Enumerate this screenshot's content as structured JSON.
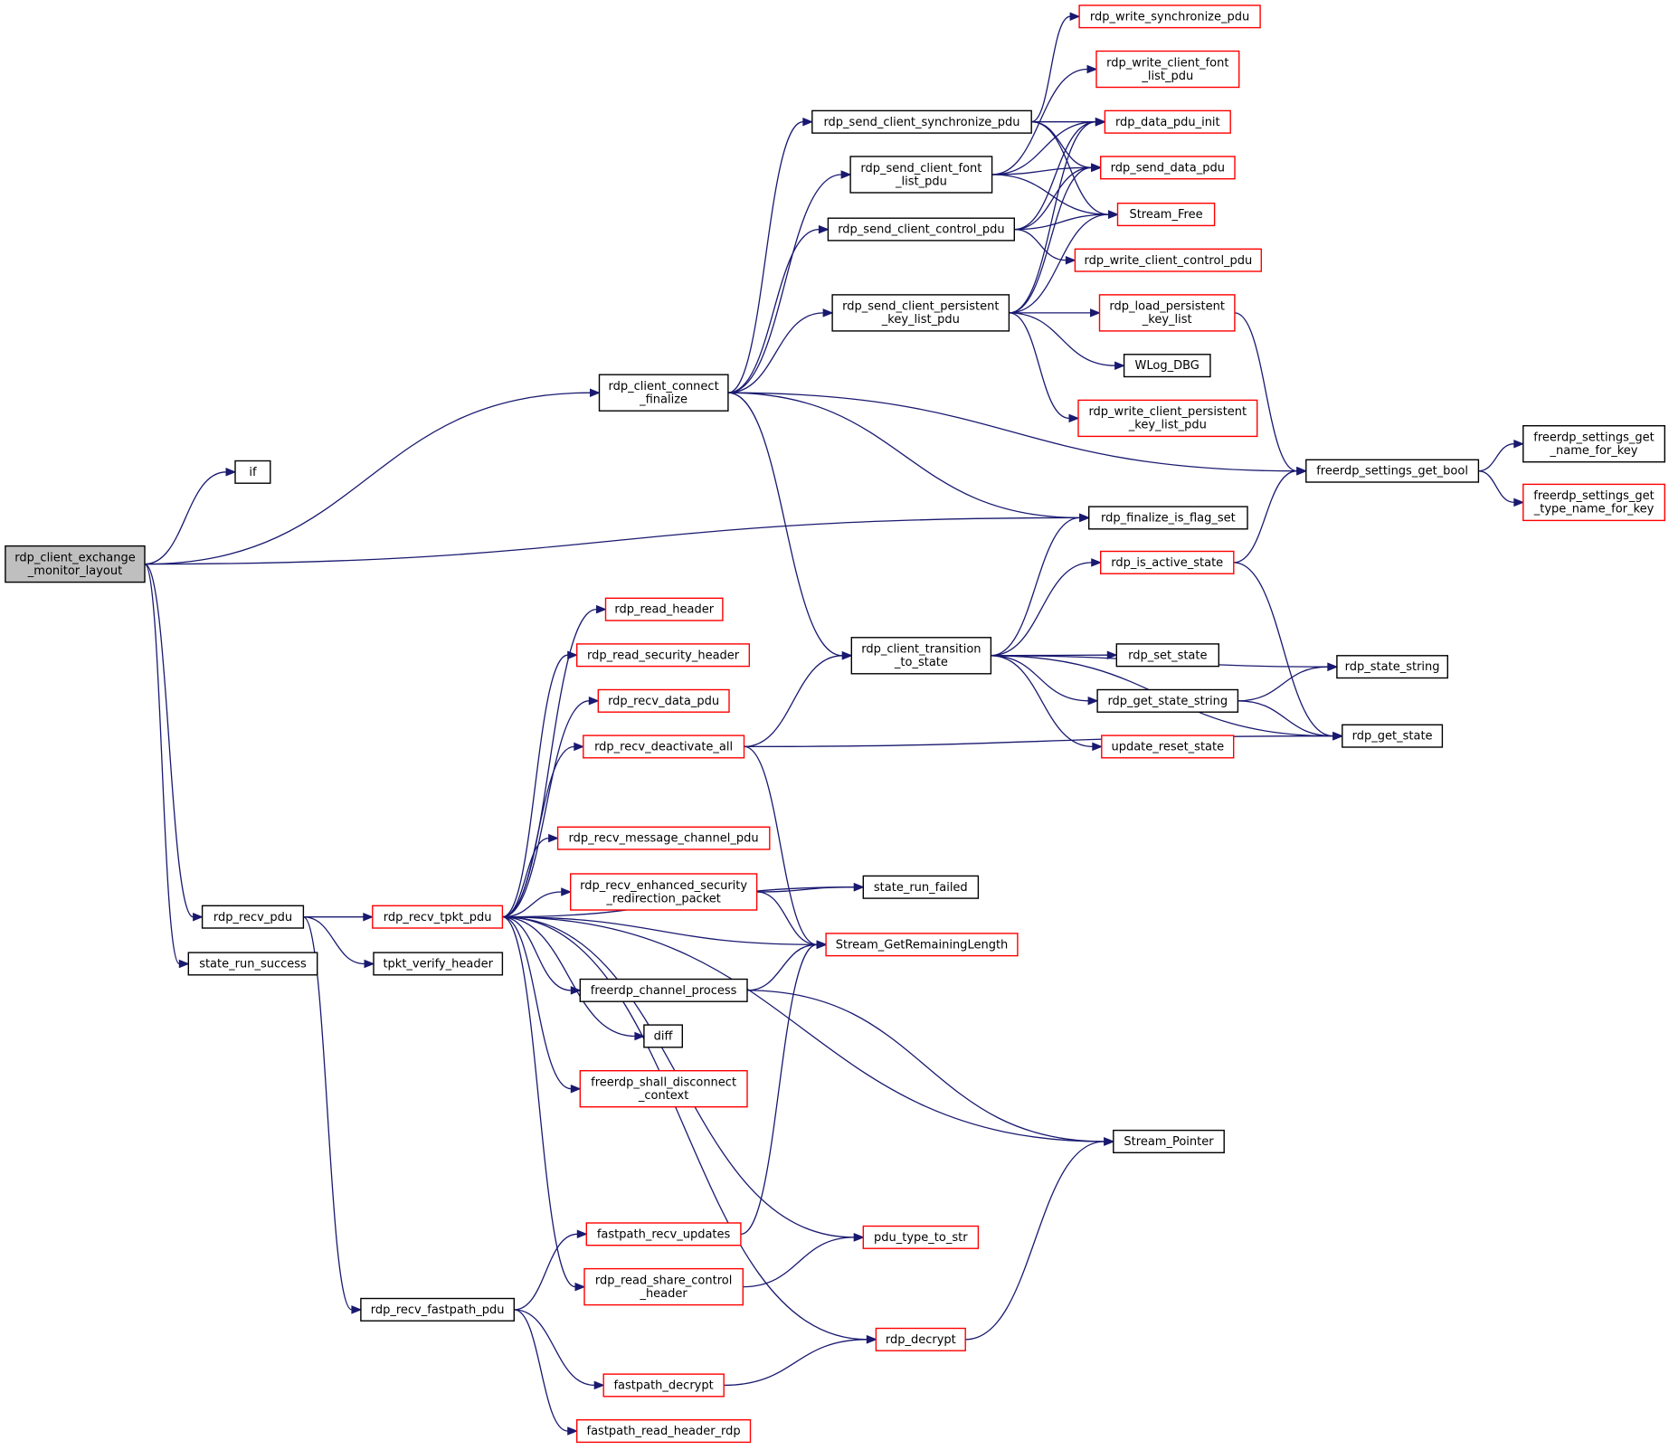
{
  "nodes": [
    {
      "id": "root",
      "lines": [
        "rdp_client_exchange",
        "_monitor_layout"
      ],
      "border": "root"
    },
    {
      "id": "if",
      "lines": [
        "if"
      ],
      "border": "black"
    },
    {
      "id": "rdp_client_connect_finalize",
      "lines": [
        "rdp_client_connect",
        "_finalize"
      ],
      "border": "black"
    },
    {
      "id": "rdp_send_client_synchronize_pdu",
      "lines": [
        "rdp_send_client_synchronize_pdu"
      ],
      "border": "black"
    },
    {
      "id": "rdp_send_client_font_list_pdu",
      "lines": [
        "rdp_send_client_font",
        "_list_pdu"
      ],
      "border": "black"
    },
    {
      "id": "rdp_send_client_control_pdu",
      "lines": [
        "rdp_send_client_control_pdu"
      ],
      "border": "black"
    },
    {
      "id": "rdp_send_client_persistent_key_list_pdu",
      "lines": [
        "rdp_send_client_persistent",
        "_key_list_pdu"
      ],
      "border": "black"
    },
    {
      "id": "rdp_write_synchronize_pdu",
      "lines": [
        "rdp_write_synchronize_pdu"
      ],
      "border": "red"
    },
    {
      "id": "rdp_write_client_font_list_pdu",
      "lines": [
        "rdp_write_client_font",
        "_list_pdu"
      ],
      "border": "red"
    },
    {
      "id": "rdp_data_pdu_init",
      "lines": [
        "rdp_data_pdu_init"
      ],
      "border": "red"
    },
    {
      "id": "rdp_send_data_pdu",
      "lines": [
        "rdp_send_data_pdu"
      ],
      "border": "red"
    },
    {
      "id": "Stream_Free",
      "lines": [
        "Stream_Free"
      ],
      "border": "red"
    },
    {
      "id": "rdp_write_client_control_pdu",
      "lines": [
        "rdp_write_client_control_pdu"
      ],
      "border": "red"
    },
    {
      "id": "rdp_load_persistent_key_list",
      "lines": [
        "rdp_load_persistent",
        "_key_list"
      ],
      "border": "red"
    },
    {
      "id": "WLog_DBG",
      "lines": [
        "WLog_DBG"
      ],
      "border": "black"
    },
    {
      "id": "rdp_write_client_persistent_key_list_pdu",
      "lines": [
        "rdp_write_client_persistent",
        "_key_list_pdu"
      ],
      "border": "red"
    },
    {
      "id": "freerdp_settings_get_bool",
      "lines": [
        "freerdp_settings_get_bool"
      ],
      "border": "black"
    },
    {
      "id": "freerdp_settings_get_name_for_key",
      "lines": [
        "freerdp_settings_get",
        "_name_for_key"
      ],
      "border": "black"
    },
    {
      "id": "freerdp_settings_get_type_name_for_key",
      "lines": [
        "freerdp_settings_get",
        "_type_name_for_key"
      ],
      "border": "red"
    },
    {
      "id": "rdp_finalize_is_flag_set",
      "lines": [
        "rdp_finalize_is_flag_set"
      ],
      "border": "black"
    },
    {
      "id": "rdp_is_active_state",
      "lines": [
        "rdp_is_active_state"
      ],
      "border": "red"
    },
    {
      "id": "rdp_client_transition_to_state",
      "lines": [
        "rdp_client_transition",
        "_to_state"
      ],
      "border": "black"
    },
    {
      "id": "rdp_set_state",
      "lines": [
        "rdp_set_state"
      ],
      "border": "black"
    },
    {
      "id": "rdp_state_string",
      "lines": [
        "rdp_state_string"
      ],
      "border": "black"
    },
    {
      "id": "rdp_get_state_string",
      "lines": [
        "rdp_get_state_string"
      ],
      "border": "black"
    },
    {
      "id": "rdp_get_state",
      "lines": [
        "rdp_get_state"
      ],
      "border": "black"
    },
    {
      "id": "update_reset_state",
      "lines": [
        "update_reset_state"
      ],
      "border": "red"
    },
    {
      "id": "rdp_read_header",
      "lines": [
        "rdp_read_header"
      ],
      "border": "red"
    },
    {
      "id": "rdp_read_security_header",
      "lines": [
        "rdp_read_security_header"
      ],
      "border": "red"
    },
    {
      "id": "rdp_recv_data_pdu",
      "lines": [
        "rdp_recv_data_pdu"
      ],
      "border": "red"
    },
    {
      "id": "rdp_recv_deactivate_all",
      "lines": [
        "rdp_recv_deactivate_all"
      ],
      "border": "red"
    },
    {
      "id": "rdp_recv_message_channel_pdu",
      "lines": [
        "rdp_recv_message_channel_pdu"
      ],
      "border": "red"
    },
    {
      "id": "rdp_recv_enhanced_security_redirection_packet",
      "lines": [
        "rdp_recv_enhanced_security",
        "_redirection_packet"
      ],
      "border": "red"
    },
    {
      "id": "state_run_failed",
      "lines": [
        "state_run_failed"
      ],
      "border": "black"
    },
    {
      "id": "rdp_recv_pdu",
      "lines": [
        "rdp_recv_pdu"
      ],
      "border": "black"
    },
    {
      "id": "rdp_recv_tpkt_pdu",
      "lines": [
        "rdp_recv_tpkt_pdu"
      ],
      "border": "red"
    },
    {
      "id": "state_run_success",
      "lines": [
        "state_run_success"
      ],
      "border": "black"
    },
    {
      "id": "tpkt_verify_header",
      "lines": [
        "tpkt_verify_header"
      ],
      "border": "black"
    },
    {
      "id": "Stream_GetRemainingLength",
      "lines": [
        "Stream_GetRemainingLength"
      ],
      "border": "red"
    },
    {
      "id": "freerdp_channel_process",
      "lines": [
        "freerdp_channel_process"
      ],
      "border": "black"
    },
    {
      "id": "diff",
      "lines": [
        "diff"
      ],
      "border": "black"
    },
    {
      "id": "freerdp_shall_disconnect_context",
      "lines": [
        "freerdp_shall_disconnect",
        "_context"
      ],
      "border": "red"
    },
    {
      "id": "Stream_Pointer",
      "lines": [
        "Stream_Pointer"
      ],
      "border": "black"
    },
    {
      "id": "fastpath_recv_updates",
      "lines": [
        "fastpath_recv_updates"
      ],
      "border": "red"
    },
    {
      "id": "pdu_type_to_str",
      "lines": [
        "pdu_type_to_str"
      ],
      "border": "red"
    },
    {
      "id": "rdp_read_share_control_header",
      "lines": [
        "rdp_read_share_control",
        "_header"
      ],
      "border": "red"
    },
    {
      "id": "rdp_recv_fastpath_pdu",
      "lines": [
        "rdp_recv_fastpath_pdu"
      ],
      "border": "black"
    },
    {
      "id": "rdp_decrypt",
      "lines": [
        "rdp_decrypt"
      ],
      "border": "red"
    },
    {
      "id": "fastpath_decrypt",
      "lines": [
        "fastpath_decrypt"
      ],
      "border": "red"
    },
    {
      "id": "fastpath_read_header_rdp",
      "lines": [
        "fastpath_read_header_rdp"
      ],
      "border": "red"
    }
  ],
  "edges": [
    [
      "root",
      "if"
    ],
    [
      "root",
      "rdp_client_connect_finalize"
    ],
    [
      "root",
      "rdp_finalize_is_flag_set"
    ],
    [
      "root",
      "rdp_recv_pdu"
    ],
    [
      "root",
      "state_run_success"
    ],
    [
      "rdp_client_connect_finalize",
      "rdp_send_client_synchronize_pdu"
    ],
    [
      "rdp_client_connect_finalize",
      "rdp_send_client_font_list_pdu"
    ],
    [
      "rdp_client_connect_finalize",
      "rdp_send_client_control_pdu"
    ],
    [
      "rdp_client_connect_finalize",
      "rdp_send_client_persistent_key_list_pdu"
    ],
    [
      "rdp_client_connect_finalize",
      "freerdp_settings_get_bool"
    ],
    [
      "rdp_client_connect_finalize",
      "rdp_finalize_is_flag_set"
    ],
    [
      "rdp_client_connect_finalize",
      "rdp_client_transition_to_state"
    ],
    [
      "rdp_send_client_synchronize_pdu",
      "rdp_write_synchronize_pdu"
    ],
    [
      "rdp_send_client_synchronize_pdu",
      "rdp_data_pdu_init"
    ],
    [
      "rdp_send_client_synchronize_pdu",
      "rdp_send_data_pdu"
    ],
    [
      "rdp_send_client_synchronize_pdu",
      "Stream_Free"
    ],
    [
      "rdp_send_client_font_list_pdu",
      "rdp_write_client_font_list_pdu"
    ],
    [
      "rdp_send_client_font_list_pdu",
      "rdp_data_pdu_init"
    ],
    [
      "rdp_send_client_font_list_pdu",
      "rdp_send_data_pdu"
    ],
    [
      "rdp_send_client_font_list_pdu",
      "Stream_Free"
    ],
    [
      "rdp_send_client_control_pdu",
      "rdp_data_pdu_init"
    ],
    [
      "rdp_send_client_control_pdu",
      "rdp_send_data_pdu"
    ],
    [
      "rdp_send_client_control_pdu",
      "Stream_Free"
    ],
    [
      "rdp_send_client_control_pdu",
      "rdp_write_client_control_pdu"
    ],
    [
      "rdp_send_client_persistent_key_list_pdu",
      "rdp_data_pdu_init"
    ],
    [
      "rdp_send_client_persistent_key_list_pdu",
      "rdp_send_data_pdu"
    ],
    [
      "rdp_send_client_persistent_key_list_pdu",
      "Stream_Free"
    ],
    [
      "rdp_send_client_persistent_key_list_pdu",
      "rdp_load_persistent_key_list"
    ],
    [
      "rdp_send_client_persistent_key_list_pdu",
      "WLog_DBG"
    ],
    [
      "rdp_send_client_persistent_key_list_pdu",
      "rdp_write_client_persistent_key_list_pdu"
    ],
    [
      "rdp_load_persistent_key_list",
      "freerdp_settings_get_bool"
    ],
    [
      "freerdp_settings_get_bool",
      "freerdp_settings_get_name_for_key"
    ],
    [
      "freerdp_settings_get_bool",
      "freerdp_settings_get_type_name_for_key"
    ],
    [
      "rdp_is_active_state",
      "freerdp_settings_get_bool"
    ],
    [
      "rdp_is_active_state",
      "rdp_get_state"
    ],
    [
      "rdp_client_transition_to_state",
      "rdp_finalize_is_flag_set"
    ],
    [
      "rdp_client_transition_to_state",
      "rdp_is_active_state"
    ],
    [
      "rdp_client_transition_to_state",
      "rdp_set_state"
    ],
    [
      "rdp_client_transition_to_state",
      "rdp_state_string"
    ],
    [
      "rdp_client_transition_to_state",
      "rdp_get_state_string"
    ],
    [
      "rdp_client_transition_to_state",
      "update_reset_state"
    ],
    [
      "rdp_client_transition_to_state",
      "rdp_get_state"
    ],
    [
      "rdp_get_state_string",
      "rdp_state_string"
    ],
    [
      "rdp_get_state_string",
      "rdp_get_state"
    ],
    [
      "rdp_recv_deactivate_all",
      "rdp_client_transition_to_state"
    ],
    [
      "rdp_recv_deactivate_all",
      "rdp_get_state"
    ],
    [
      "rdp_recv_deactivate_all",
      "Stream_GetRemainingLength"
    ],
    [
      "rdp_recv_pdu",
      "rdp_recv_tpkt_pdu"
    ],
    [
      "rdp_recv_pdu",
      "tpkt_verify_header"
    ],
    [
      "rdp_recv_pdu",
      "rdp_recv_fastpath_pdu"
    ],
    [
      "rdp_recv_tpkt_pdu",
      "rdp_read_header"
    ],
    [
      "rdp_recv_tpkt_pdu",
      "rdp_read_security_header"
    ],
    [
      "rdp_recv_tpkt_pdu",
      "rdp_recv_data_pdu"
    ],
    [
      "rdp_recv_tpkt_pdu",
      "rdp_recv_deactivate_all"
    ],
    [
      "rdp_recv_tpkt_pdu",
      "state_run_failed"
    ],
    [
      "rdp_recv_tpkt_pdu",
      "rdp_recv_message_channel_pdu"
    ],
    [
      "rdp_recv_tpkt_pdu",
      "rdp_recv_enhanced_security_redirection_packet"
    ],
    [
      "rdp_recv_tpkt_pdu",
      "Stream_GetRemainingLength"
    ],
    [
      "rdp_recv_tpkt_pdu",
      "freerdp_channel_process"
    ],
    [
      "rdp_recv_tpkt_pdu",
      "diff"
    ],
    [
      "rdp_recv_tpkt_pdu",
      "freerdp_shall_disconnect_context"
    ],
    [
      "rdp_recv_tpkt_pdu",
      "Stream_Pointer"
    ],
    [
      "rdp_recv_tpkt_pdu",
      "pdu_type_to_str"
    ],
    [
      "rdp_recv_tpkt_pdu",
      "rdp_read_share_control_header"
    ],
    [
      "rdp_recv_tpkt_pdu",
      "rdp_decrypt"
    ],
    [
      "rdp_recv_enhanced_security_redirection_packet",
      "state_run_failed"
    ],
    [
      "rdp_recv_enhanced_security_redirection_packet",
      "Stream_GetRemainingLength"
    ],
    [
      "freerdp_channel_process",
      "Stream_GetRemainingLength"
    ],
    [
      "freerdp_channel_process",
      "Stream_Pointer"
    ],
    [
      "fastpath_recv_updates",
      "Stream_GetRemainingLength"
    ],
    [
      "rdp_read_share_control_header",
      "pdu_type_to_str"
    ],
    [
      "rdp_recv_fastpath_pdu",
      "fastpath_recv_updates"
    ],
    [
      "rdp_recv_fastpath_pdu",
      "fastpath_decrypt"
    ],
    [
      "rdp_recv_fastpath_pdu",
      "fastpath_read_header_rdp"
    ],
    [
      "fastpath_decrypt",
      "rdp_decrypt"
    ],
    [
      "rdp_decrypt",
      "Stream_Pointer"
    ]
  ]
}
